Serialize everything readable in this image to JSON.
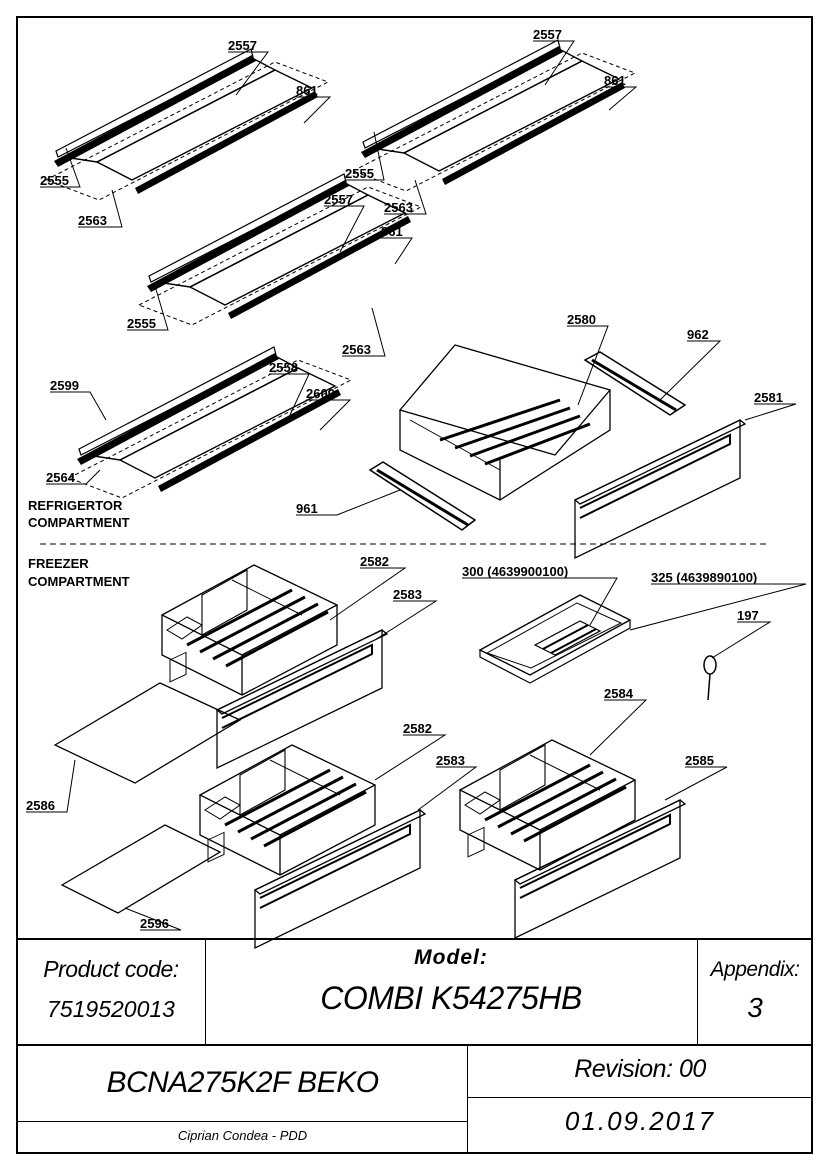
{
  "sections": {
    "refrigerator": [
      "REFRIGERTOR",
      "COMPARTMENT"
    ],
    "freezer": [
      "FREEZER",
      "COMPARTMENT"
    ]
  },
  "callouts": {
    "s1_glass": "2557",
    "s1_profile_r": "861",
    "s1_profile_l": "2555",
    "s1_shelf": "2563",
    "s2_glass": "2557",
    "s2_profile_r": "861",
    "s2_profile_l": "2555",
    "s2_shelf": "2563",
    "s3_glass": "2557",
    "s3_profile_r": "861",
    "s3_profile_l": "2555",
    "s3_shelf": "2563",
    "s4_profile_l": "2599",
    "s4_glass": "2558",
    "s4_profile_r": "2600",
    "s4_shelf": "2564",
    "crisper": "2580",
    "rail_r": "962",
    "crisper_cover": "2581",
    "rail_l": "961",
    "drawer_top": "2582",
    "drawer_top_front": "2583",
    "ice_tray": "300 (4639900100)",
    "ice_box": "325 (4639890100)",
    "ice_part": "197",
    "plate_top": "2586",
    "drawer_mid": "2582",
    "drawer_mid_front": "2583",
    "drawer_small": "2584",
    "drawer_small_front": "2585",
    "plate_bottom": "2596"
  },
  "title_block": {
    "product_code_label": "Product code:",
    "product_code": "7519520013",
    "model_label": "Model:",
    "model": "COMBI K54275HB",
    "appendix_label": "Appendix:",
    "appendix": "3",
    "product_name": "BCNA275K2F BEKO",
    "revision": "Revision: 00",
    "author": "Ciprian Condea - PDD",
    "date": "01.09.2017"
  }
}
